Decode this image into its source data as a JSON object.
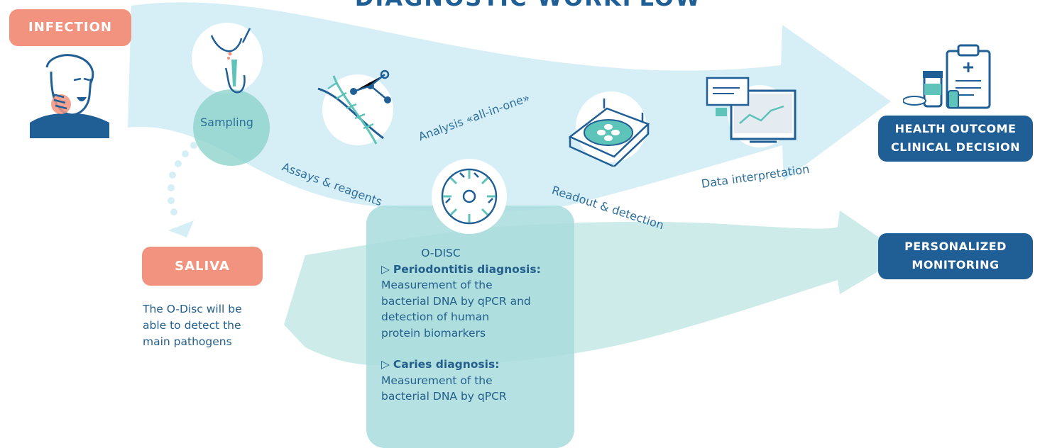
{
  "title": "DIAGNOSTIC WORKFLOW",
  "left": {
    "infection_label": "INFECTION",
    "saliva_label": "SALIVA",
    "saliva_text": [
      "The O-Disc will be",
      "able to detect the",
      "main pathogens"
    ]
  },
  "steps": {
    "sampling": "Sampling",
    "assays": "Assays & reagents",
    "analysis": "Analysis «all-in-one»",
    "readout": "Readout & detection",
    "data": "Data interpretation"
  },
  "odisc": {
    "title": "O-DISC",
    "perio_heading": "Periodontitis diagnosis:",
    "perio_lines": [
      "Measurement of the",
      "bacterial DNA by qPCR and",
      "detection of human",
      "protein biomarkers"
    ],
    "caries_heading": "Caries diagnosis:",
    "caries_lines": [
      "Measurement of the",
      "bacterial DNA by qPCR"
    ]
  },
  "outcomes": {
    "health_line1": "HEALTH OUTCOME",
    "health_line2": "CLINICAL DECISION",
    "monitor_line1": "PERSONALIZED",
    "monitor_line2": "MONITORING"
  },
  "colors": {
    "navy": "#1f5f95",
    "salmon": "#f2937f",
    "light_blue_band": "#d6eef6",
    "teal_band": "#bfe6e3",
    "teal": "#5ec3b8"
  },
  "icons": [
    "man-with-toothache-icon",
    "saliva-sampling-icon",
    "dna-molecule-icon",
    "o-disc-icon",
    "disc-reader-icon",
    "computer-data-icon",
    "clipboard-medicine-icon",
    "play-arrow-bullet-icon"
  ]
}
